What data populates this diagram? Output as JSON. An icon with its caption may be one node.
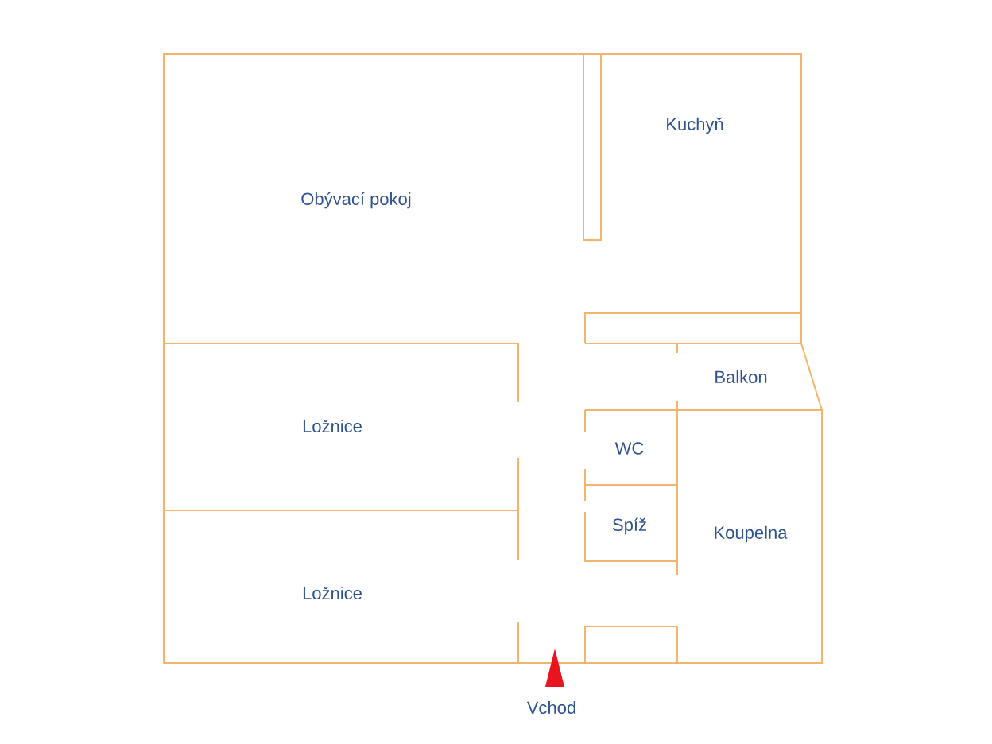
{
  "diagram": {
    "labels": [
      "Kuchyň",
      "Obývací pokoj",
      "Balkon",
      "Ložnice",
      "WC",
      "Spíž",
      "Koupelna",
      "Ložnice",
      "Vchod"
    ]
  }
}
